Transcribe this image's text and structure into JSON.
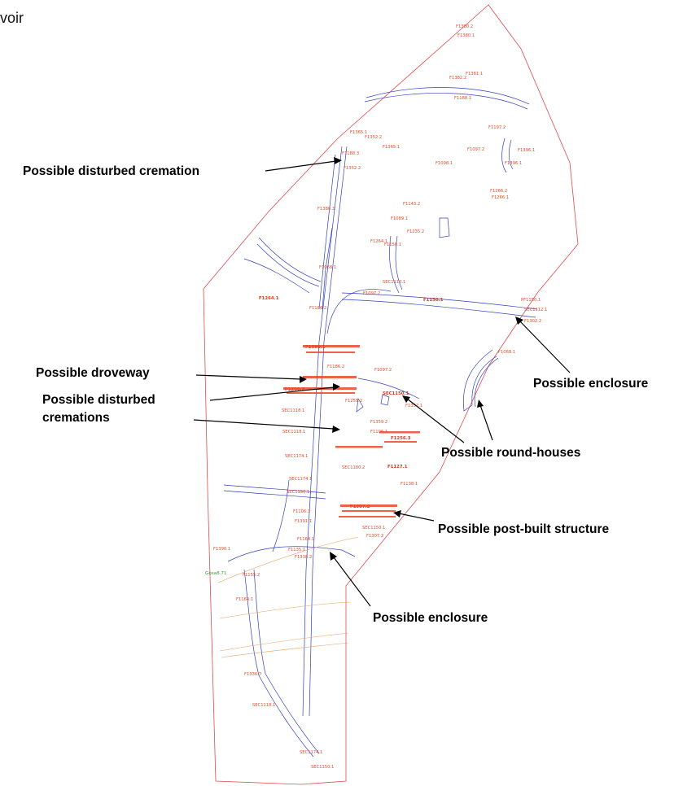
{
  "corner_text": "voir",
  "colors": {
    "boundary": "#e04a4a",
    "ditches": "#2f3fbf",
    "feature_labels": "#e8492a",
    "green_label": "#3a9a3a",
    "callout_text": "#000000"
  },
  "annotations": [
    {
      "id": "disturbed-cremation",
      "text": "Possible disturbed cremation"
    },
    {
      "id": "droveway",
      "text": "Possible droveway"
    },
    {
      "id": "disturbed-cremations-1",
      "text": "Possible disturbed"
    },
    {
      "id": "disturbed-cremations-2",
      "text": "cremations"
    },
    {
      "id": "enclosure-east",
      "text": "Possible enclosure"
    },
    {
      "id": "round-houses",
      "text": "Possible round-houses"
    },
    {
      "id": "post-built",
      "text": "Possible post-built structure"
    },
    {
      "id": "enclosure-south",
      "text": "Possible enclosure"
    }
  ],
  "feature_labels": [
    "F1380.2",
    "F1380.1",
    "F1381.1",
    "F1382.2",
    "F1188.1",
    "F1197.2",
    "F1365.1",
    "F1188.3",
    "F1352.2",
    "F1097.2",
    "F1098.1",
    "F1396.1",
    "F1266.2",
    "F1266.1",
    "F1380.3",
    "F1143.2",
    "F1089.1",
    "F1235.2",
    "F1264.1",
    "F1150.1",
    "PF1150.1",
    "SEC1112.1",
    "F1302.2",
    "F1068.1",
    "F1097.2",
    "F1186.2",
    "F1256.2",
    "F1255.2",
    "F1357.1",
    "F1359.2",
    "F1106.1",
    "F1106.3",
    "F1391.1",
    "F1135.1",
    "F1338.2",
    "F1390.1",
    "F1155.2",
    "F1164.1",
    "F1336.7",
    "SEC1118.1",
    "SEC1174.1",
    "SEC1150.1",
    "F1307.2",
    "F1256.3",
    "SEC1180.2",
    "F1127.1",
    "F1138.1"
  ],
  "green_label": "Gosa8.71"
}
